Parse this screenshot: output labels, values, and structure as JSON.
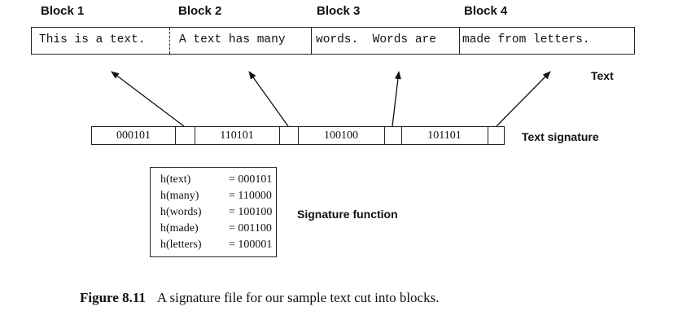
{
  "blocks": [
    {
      "label": "Block 1",
      "text": "This is a text."
    },
    {
      "label": "Block 2",
      "text": "A text has many"
    },
    {
      "label": "Block 3",
      "text": "words.  Words are"
    },
    {
      "label": "Block 4",
      "text": "made from letters."
    }
  ],
  "text_label": "Text",
  "signature": {
    "label": "Text signature",
    "cells": [
      "000101",
      "110101",
      "100100",
      "101101"
    ]
  },
  "signature_function": {
    "label": "Signature function",
    "entries": [
      {
        "key": "h(text)",
        "value": "= 000101"
      },
      {
        "key": "h(many)",
        "value": "= 110000"
      },
      {
        "key": "h(words)",
        "value": "= 100100"
      },
      {
        "key": "h(made)",
        "value": "= 001100"
      },
      {
        "key": "h(letters)",
        "value": "= 100001"
      }
    ]
  },
  "caption": {
    "number": "Figure 8.11",
    "text": "A signature file for our sample text cut into blocks."
  }
}
